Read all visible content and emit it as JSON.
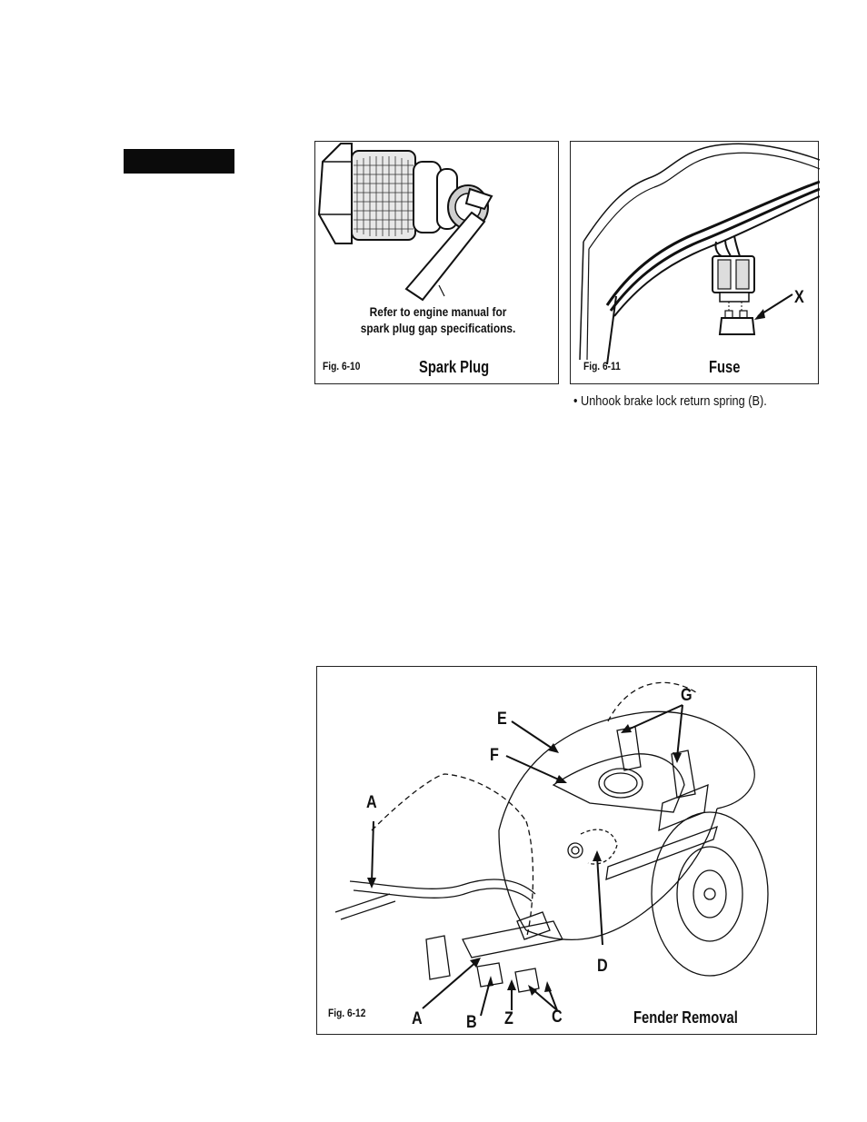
{
  "fig610": {
    "number": "Fig. 6-10",
    "title": "Spark Plug",
    "callout_line1": "Refer to engine manual for",
    "callout_line2": "spark plug gap specifications."
  },
  "fig611": {
    "number": "Fig. 6-11",
    "title": "Fuse",
    "label_x": "X"
  },
  "bullet": {
    "text": "• Unhook brake lock return spring (B)."
  },
  "fig612": {
    "number": "Fig. 6-12",
    "title": "Fender Removal",
    "labels": {
      "a_top": "A",
      "a_bottom": "A",
      "b": "B",
      "z": "Z",
      "c": "C",
      "d": "D",
      "e": "E",
      "f": "F",
      "g": "G"
    }
  }
}
